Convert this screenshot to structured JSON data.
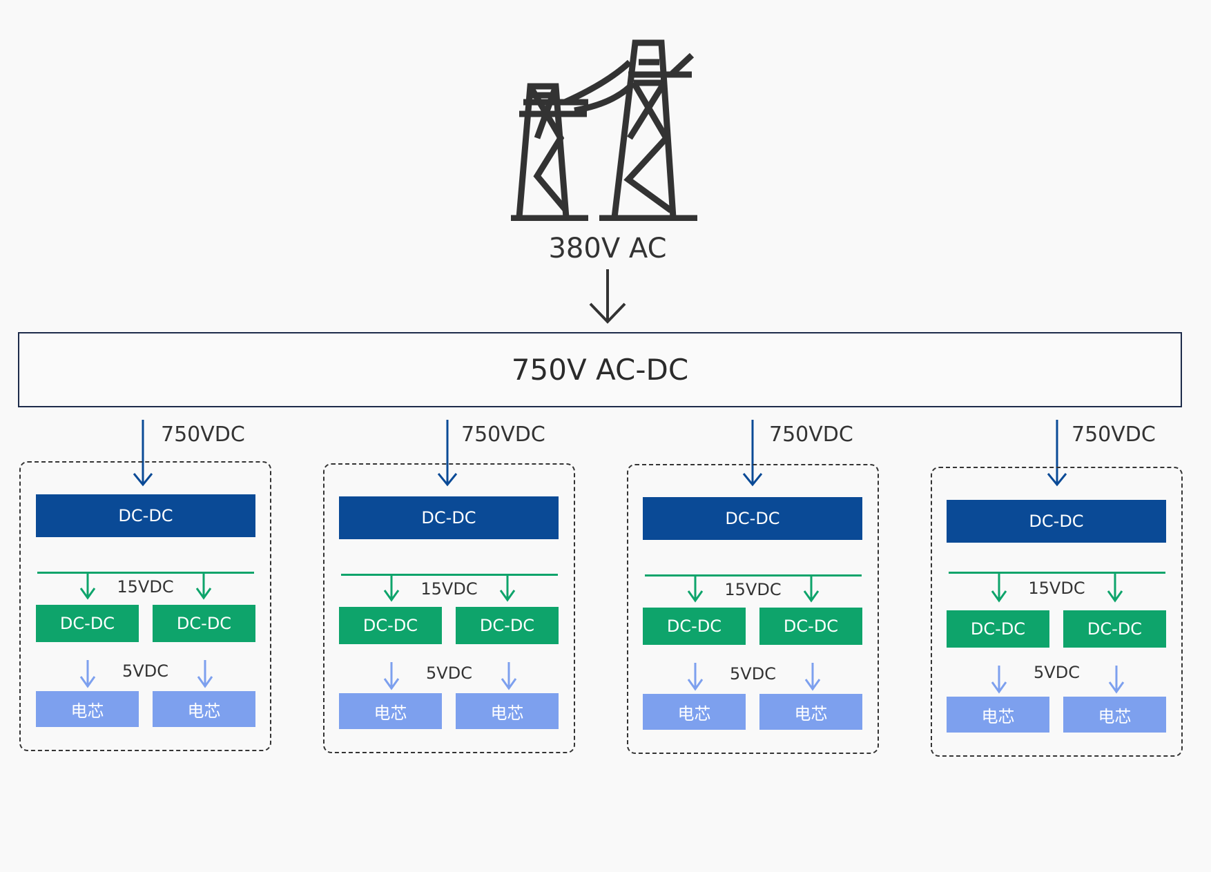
{
  "top": {
    "source_label": "380V AC"
  },
  "converter": {
    "label": "750V AC-DC"
  },
  "modules": [
    {
      "input_label": "750VDC",
      "main_converter": "DC-DC",
      "bus_label": "15VDC",
      "sub_converters": [
        "DC-DC",
        "DC-DC"
      ],
      "cell_voltage_label": "5VDC",
      "cells": [
        "电芯",
        "电芯"
      ]
    },
    {
      "input_label": "750VDC",
      "main_converter": "DC-DC",
      "bus_label": "15VDC",
      "sub_converters": [
        "DC-DC",
        "DC-DC"
      ],
      "cell_voltage_label": "5VDC",
      "cells": [
        "电芯",
        "电芯"
      ]
    },
    {
      "input_label": "750VDC",
      "main_converter": "DC-DC",
      "bus_label": "15VDC",
      "sub_converters": [
        "DC-DC",
        "DC-DC"
      ],
      "cell_voltage_label": "5VDC",
      "cells": [
        "电芯",
        "电芯"
      ]
    },
    {
      "input_label": "750VDC",
      "main_converter": "DC-DC",
      "bus_label": "15VDC",
      "sub_converters": [
        "DC-DC",
        "DC-DC"
      ],
      "cell_voltage_label": "5VDC",
      "cells": [
        "电芯",
        "电芯"
      ]
    }
  ],
  "colors": {
    "main_dcdc": "#0a4a96",
    "sub_dcdc": "#0ea46b",
    "cell": "#7da0ee",
    "input_arrow": "#0a4a96",
    "icon": "#333333"
  },
  "icons": {
    "source": "power-tower-icon"
  }
}
